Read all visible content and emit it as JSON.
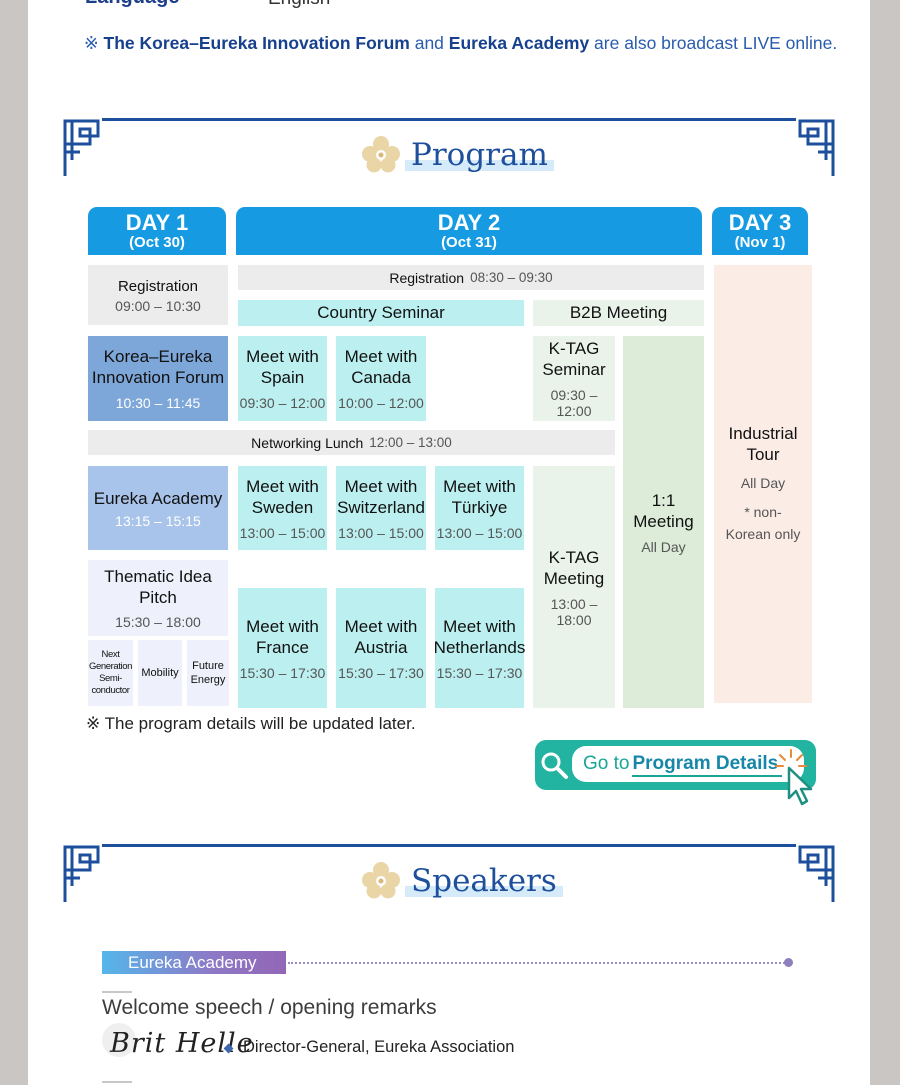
{
  "info": {
    "language_label": "Language",
    "language_value": "English",
    "broadcast_prefix": "※ ",
    "broadcast_forum": "The Korea–Eureka Innovation Forum",
    "broadcast_and": " and ",
    "broadcast_academy": "Eureka Academy",
    "broadcast_suffix": " are also broadcast LIVE online."
  },
  "program": {
    "title": "Program",
    "days": [
      {
        "day": "DAY 1",
        "date": "(Oct 30)"
      },
      {
        "day": "DAY 2",
        "date": "(Oct 31)"
      },
      {
        "day": "DAY 3",
        "date": "(Nov 1)"
      }
    ],
    "day1": {
      "registration": {
        "title": "Registration",
        "time": "09:00 – 10:30"
      },
      "forum": {
        "title": "Korea–Eureka Innovation Forum",
        "time": "10:30 – 11:45"
      },
      "academy": {
        "title": "Eureka Academy",
        "time": "13:15 – 15:15"
      },
      "pitch": {
        "title": "Thematic Idea Pitch",
        "time": "15:30 – 18:00"
      },
      "pitch_topics": [
        "Next Generation Semi-conductor",
        "Mobility",
        "Future Energy"
      ]
    },
    "day2": {
      "registration": {
        "title": "Registration",
        "time": "08:30 – 09:30"
      },
      "country_seminar": "Country Seminar",
      "b2b_meeting": "B2B Meeting",
      "spain": {
        "title": "Meet with Spain",
        "time": "09:30 – 12:00"
      },
      "canada": {
        "title": "Meet with Canada",
        "time": "10:00 – 12:00"
      },
      "ktag_seminar": {
        "title": "K-TAG Seminar",
        "time": "09:30 – 12:00"
      },
      "sweden": {
        "title": "Meet with Sweden",
        "time": "13:00 – 15:00"
      },
      "switzerland": {
        "title": "Meet with Switzerland",
        "time": "13:00 – 15:00"
      },
      "turkiye": {
        "title": "Meet with Türkiye",
        "time": "13:00 – 15:00"
      },
      "ktag_meeting": {
        "title": "K-TAG Meeting",
        "time": "13:00 – 18:00"
      },
      "france": {
        "title": "Meet with France",
        "time": "15:30 – 17:30"
      },
      "austria": {
        "title": "Meet with Austria",
        "time": "15:30 – 17:30"
      },
      "netherlands": {
        "title": "Meet with Netherlands",
        "time": "15:30 – 17:30"
      },
      "one_on_one": {
        "title": "1:1 Meeting",
        "time": "All Day"
      }
    },
    "lunch": {
      "title": "Networking Lunch",
      "time": "12:00 – 13:00"
    },
    "day3": {
      "title": "Industrial Tour",
      "time": "All Day",
      "note": "* non-Korean only"
    },
    "note": "※ The program details will be updated later.",
    "cta_prefix": "Go to",
    "cta_strong": "Program Details"
  },
  "speakers": {
    "title": "Speakers",
    "tag": "Eureka Academy",
    "session": "Welcome speech / opening remarks",
    "signature": "Brit Helle",
    "role": "Director-General, Eureka Association"
  },
  "colors": {
    "navy": "#1d4f9c",
    "day_head": "#169be3",
    "cta": "#22b3a1",
    "seminar_cell": "#bcefef"
  },
  "icons": [
    "flower-icon",
    "search-icon",
    "cursor-click-icon",
    "frame-corner-ornament"
  ]
}
